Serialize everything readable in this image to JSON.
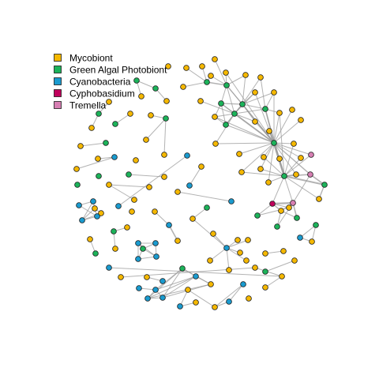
{
  "chart_data": {
    "type": "network",
    "title": "",
    "legend": {
      "placement": "top-left",
      "entries": [
        {
          "label": "Mycobiont",
          "color": "#F5B800"
        },
        {
          "label": "Green Algal Photobiont",
          "color": "#1CB35A"
        },
        {
          "label": "Cyanobacteria",
          "color": "#1A9BCF"
        },
        {
          "label": "Cyphobasidium",
          "color": "#C0005C"
        },
        {
          "label": "Tremella",
          "color": "#D77FB3"
        }
      ]
    }
  }
}
